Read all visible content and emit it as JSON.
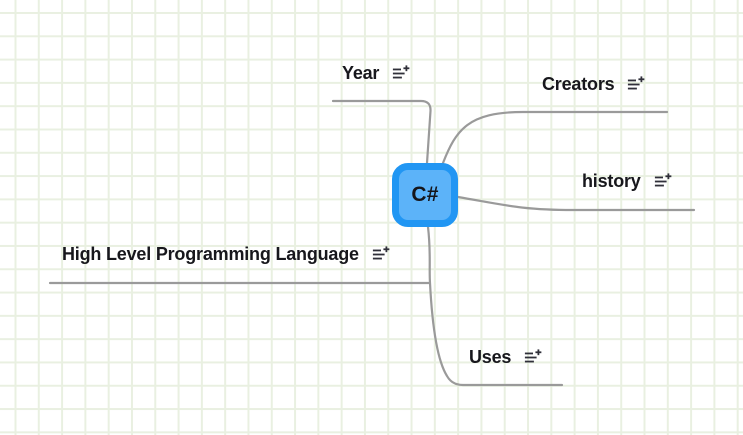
{
  "canvas": {
    "background": "#ffffff",
    "grid_line_color": "#e9f0e1",
    "branch_line_color": "#9a9a9a"
  },
  "central_node": {
    "label": "C#",
    "fill_color": "#5cb3f9",
    "border_color": "#2196f3"
  },
  "branches": [
    {
      "label": "Year",
      "icon": "add-detail-icon"
    },
    {
      "label": "Creators",
      "icon": "add-detail-icon"
    },
    {
      "label": "history",
      "icon": "add-detail-icon"
    },
    {
      "label": "High Level Programming Language",
      "icon": "add-detail-icon"
    },
    {
      "label": "Uses",
      "icon": "add-detail-icon"
    }
  ]
}
